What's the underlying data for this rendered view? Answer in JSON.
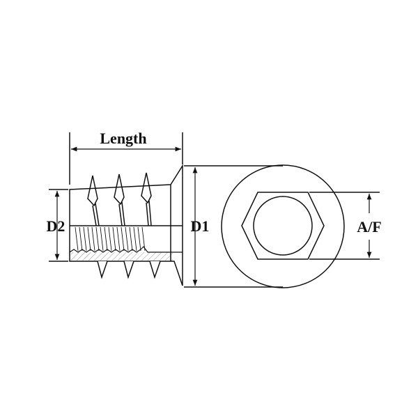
{
  "labels": {
    "length": "Length",
    "d2": "D2",
    "d1": "D1",
    "af": "A/F"
  },
  "colors": {
    "line": "#111111",
    "hatch": "#888888",
    "background": "#ffffff"
  }
}
